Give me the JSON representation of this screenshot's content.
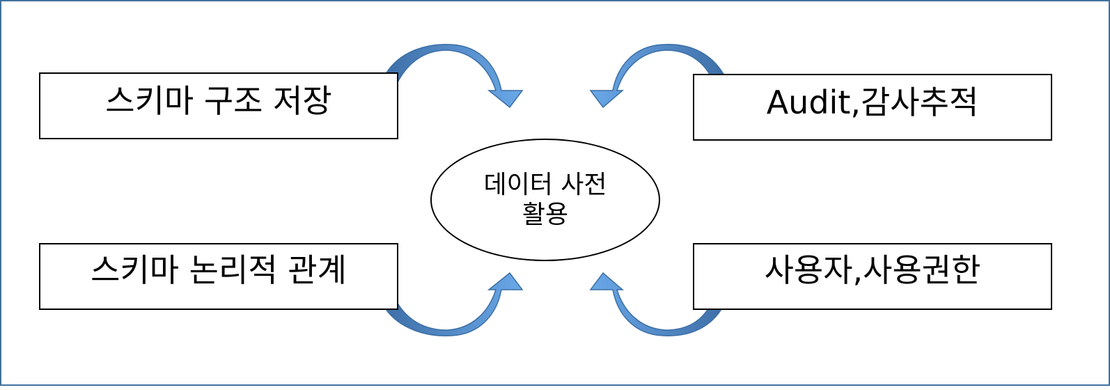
{
  "center": {
    "line1": "데이터 사전",
    "line2": "활용"
  },
  "boxes": {
    "top_left": "스키마 구조 저장",
    "top_right": "Audit,감사추적",
    "bottom_left": "스키마 논리적 관계",
    "bottom_right": "사용자,사용권한"
  },
  "colors": {
    "arrow_light": "#6AA8E8",
    "arrow_dark": "#4A7EB8",
    "arrow_outline": "#3C6FA5",
    "frame_border": "#41719C"
  }
}
